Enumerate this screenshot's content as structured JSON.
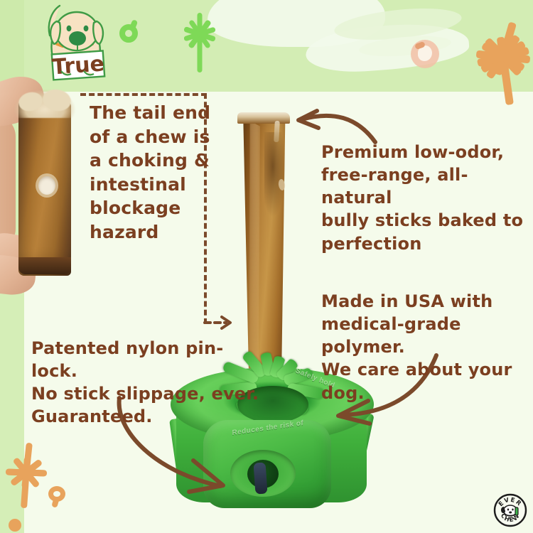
{
  "brand": {
    "logo_badge_top_text": "EVER",
    "logo_badge_bottom_text": "CHEW",
    "mascot_sign_text": "True"
  },
  "callouts": [
    {
      "id": "tail-end-hazard",
      "text": "The tail end\nof a chew is\na choking &\nintestinal\nblockage\nhazard",
      "connector": "dashed-box-with-arrow"
    },
    {
      "id": "premium-bully-sticks",
      "text": "Premium low-odor,\nfree-range, all-natural\nbully sticks baked to\nperfection",
      "connector": "curved-arrow-left"
    },
    {
      "id": "made-in-usa",
      "text": "Made in USA with\nmedical-grade polymer.\nWe care about your dog.",
      "connector": "curved-arrow-down-left"
    },
    {
      "id": "patented-pin-lock",
      "text": "Patented nylon pin-lock.\nNo stick slippage, ever.\nGuaranteed.",
      "connector": "curved-arrow-down-right"
    }
  ],
  "product": {
    "holder_emboss_front": "Reduces the risk of",
    "holder_emboss_top": "Safely hold"
  },
  "colors": {
    "text_brown": "#7b3f20",
    "arrow_brown": "#7b4a2b",
    "background_cream": "#f5fbeb",
    "banner_green": "#d3edb4",
    "doodle_green": "#7ed957",
    "doodle_orange": "#e8a35c",
    "doodle_peach": "#f0b9a0",
    "toy_green": "#4cbb46"
  },
  "decorations": [
    {
      "name": "green-spiral-doodle"
    },
    {
      "name": "green-starburst-doodle"
    },
    {
      "name": "orange-starburst-doodle"
    },
    {
      "name": "peach-spiral-doodle"
    },
    {
      "name": "orange-starburst-doodle-bottom"
    },
    {
      "name": "orange-comma-doodle"
    },
    {
      "name": "orange-dot-doodle"
    }
  ]
}
